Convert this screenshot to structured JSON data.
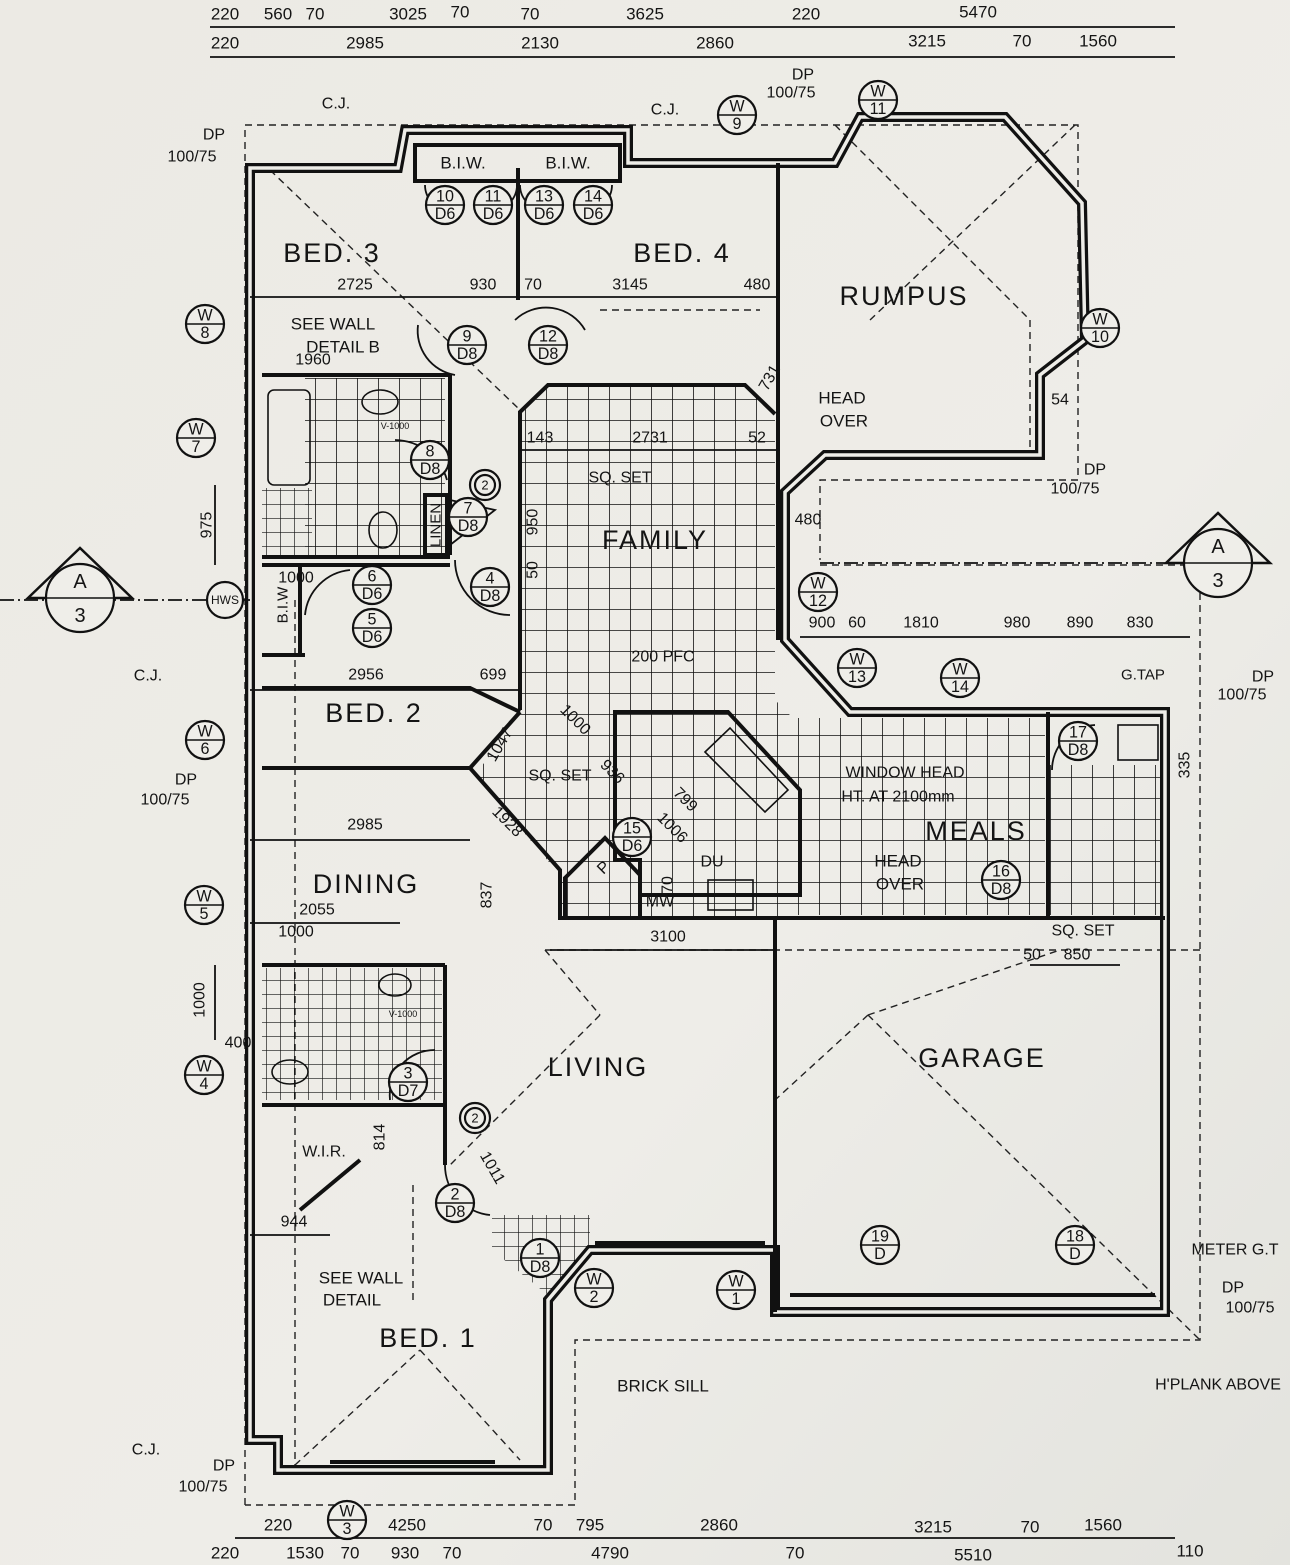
{
  "rooms": {
    "bed3": "BED. 3",
    "bed4": "BED. 4",
    "rumpus": "RUMPUS",
    "family": "FAMILY",
    "bed2": "BED. 2",
    "dining": "DINING",
    "living": "LIVING",
    "meals": "MEALS",
    "garage": "GARAGE",
    "bed1": "BED. 1"
  },
  "fixtures": {
    "biw": "B.I.W.",
    "biw_vertical": "B.I.W",
    "linen": "LINEN",
    "wir": "W.I.R.",
    "pantry": "P",
    "microwave": "MW",
    "du": "DU",
    "vanity": "V-1000"
  },
  "notes": {
    "see_wall": "SEE WALL",
    "detail_b": "DETAIL B",
    "detail": "DETAIL",
    "head": "HEAD",
    "over": "OVER",
    "sq_set": "SQ. SET",
    "pfc": "200 PFC",
    "window_head": "WINDOW HEAD",
    "window_head_ht": "HT. AT 2100mm",
    "brick_sill": "BRICK SILL",
    "meter": "METER G.T",
    "hplank": "H'PLANK ABOVE",
    "gtap": "G.TAP",
    "cj": "C.J.",
    "dp": "DP",
    "dp_size": "100/75",
    "hws": "HWS",
    "stair_marker": "2"
  },
  "section_markers": [
    {
      "letter": "A",
      "sheet": "3"
    },
    {
      "letter": "A",
      "sheet": "3"
    }
  ],
  "doors": [
    {
      "num": "10",
      "type": "D6"
    },
    {
      "num": "11",
      "type": "D6"
    },
    {
      "num": "13",
      "type": "D6"
    },
    {
      "num": "14",
      "type": "D6"
    },
    {
      "num": "9",
      "type": "D8"
    },
    {
      "num": "12",
      "type": "D8"
    },
    {
      "num": "8",
      "type": "D8"
    },
    {
      "num": "7",
      "type": "D8"
    },
    {
      "num": "4",
      "type": "D8"
    },
    {
      "num": "6",
      "type": "D6"
    },
    {
      "num": "5",
      "type": "D6"
    },
    {
      "num": "15",
      "type": "D6"
    },
    {
      "num": "17",
      "type": "D8"
    },
    {
      "num": "16",
      "type": "D8"
    },
    {
      "num": "3",
      "type": "D7"
    },
    {
      "num": "2",
      "type": "D8"
    },
    {
      "num": "1",
      "type": "D8"
    },
    {
      "num": "19",
      "type": "D"
    },
    {
      "num": "18",
      "type": "D"
    }
  ],
  "windows": [
    {
      "prefix": "W",
      "num": "9"
    },
    {
      "prefix": "W",
      "num": "11"
    },
    {
      "prefix": "W",
      "num": "10"
    },
    {
      "prefix": "W",
      "num": "8"
    },
    {
      "prefix": "W",
      "num": "7"
    },
    {
      "prefix": "W",
      "num": "12"
    },
    {
      "prefix": "W",
      "num": "13"
    },
    {
      "prefix": "W",
      "num": "14"
    },
    {
      "prefix": "W",
      "num": "6"
    },
    {
      "prefix": "W",
      "num": "5"
    },
    {
      "prefix": "W",
      "num": "4"
    },
    {
      "prefix": "W",
      "num": "2"
    },
    {
      "prefix": "W",
      "num": "1"
    },
    {
      "prefix": "W",
      "num": "3"
    }
  ],
  "dimensions": {
    "top_row1": [
      "220",
      "560",
      "70",
      "3025",
      "70",
      "70",
      "3625",
      "220",
      "5470"
    ],
    "top_row2": [
      "220",
      "2985",
      "2130",
      "2860",
      "3215",
      "70",
      "1560"
    ],
    "bottom_row1": [
      "220",
      "4250",
      "70",
      "795",
      "2860",
      "3215",
      "70",
      "1560"
    ],
    "bottom_row2": [
      "220",
      "1530",
      "70",
      "930",
      "70",
      "4790",
      "70",
      "5510",
      "110"
    ],
    "interior": [
      "2725",
      "930",
      "70",
      "3145",
      "480",
      "1960",
      "143",
      "2731",
      "52",
      "975",
      "1000",
      "480",
      "900",
      "60",
      "1810",
      "980",
      "890",
      "830",
      "2956",
      "699",
      "54",
      "731",
      "50",
      "950",
      "1047",
      "1000",
      "936",
      "799",
      "1006",
      "1928",
      "2985",
      "2055",
      "1000",
      "3100",
      "837",
      "50",
      "850",
      "1000",
      "400",
      "814",
      "1011",
      "944",
      "335",
      "70"
    ]
  }
}
